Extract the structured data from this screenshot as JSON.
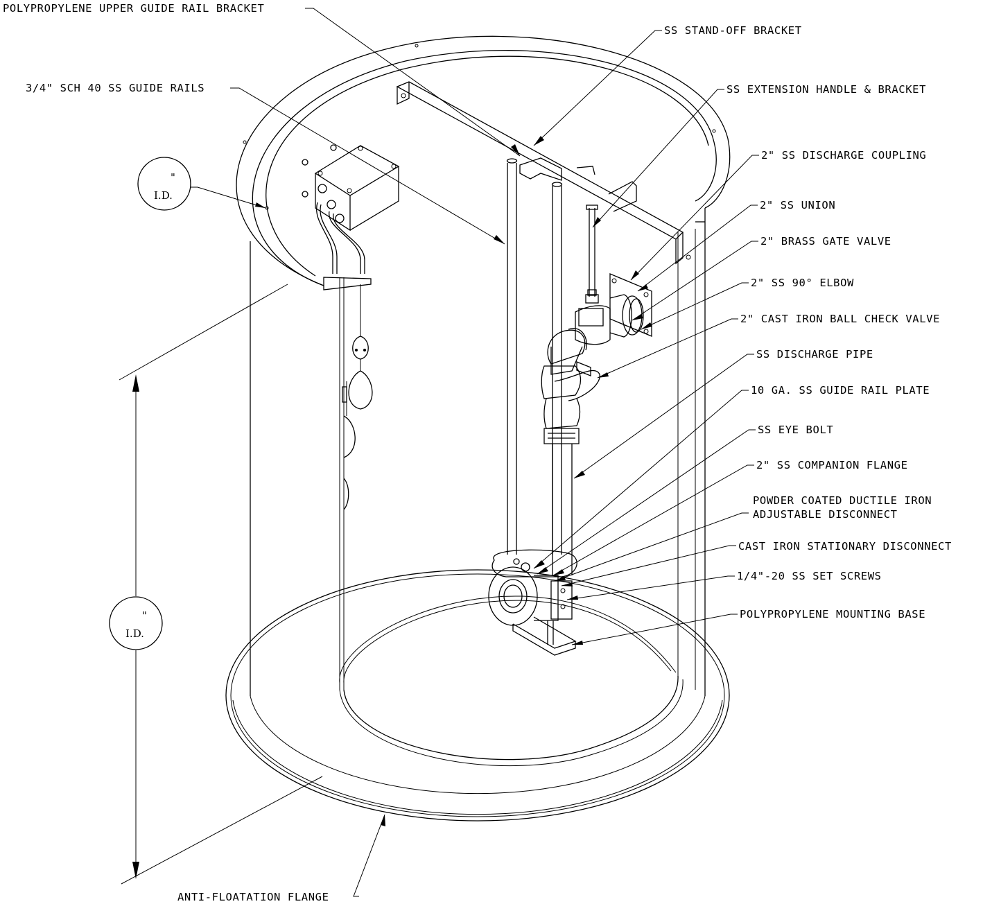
{
  "callouts": {
    "upper_bracket": "POLYPROPYLENE UPPER GUIDE RAIL BRACKET",
    "standoff": "SS STAND-OFF BRACKET",
    "guide_rails": "3/4\" SCH 40 SS GUIDE RAILS",
    "extension_handle": "SS EXTENSION HANDLE & BRACKET",
    "discharge_coupling": "2\" SS DISCHARGE COUPLING",
    "union": "2\" SS UNION",
    "gate_valve": "2\" BRASS GATE VALVE",
    "elbow": "2\" SS 90° ELBOW",
    "check_valve": "2\" CAST IRON BALL CHECK VALVE",
    "discharge_pipe": "SS DISCHARGE PIPE",
    "rail_plate": "10 GA. SS GUIDE RAIL PLATE",
    "eye_bolt": "SS EYE BOLT",
    "companion_flange": "2\" SS COMPANION FLANGE",
    "adjustable_disconnect_1": "POWDER COATED DUCTILE IRON",
    "adjustable_disconnect_2": "ADJUSTABLE DISCONNECT",
    "stationary_disconnect": "CAST IRON STATIONARY DISCONNECT",
    "set_screws": "1/4\"-20 SS SET SCREWS",
    "mounting_base": "POLYPROPYLENE MOUNTING BASE",
    "anti_flotation": "ANTI-FLOATATION FLANGE"
  },
  "dimensions": {
    "top_id": {
      "value": "\"",
      "label": "I.D."
    },
    "height_id": {
      "value": "\"",
      "label": "I.D."
    }
  }
}
